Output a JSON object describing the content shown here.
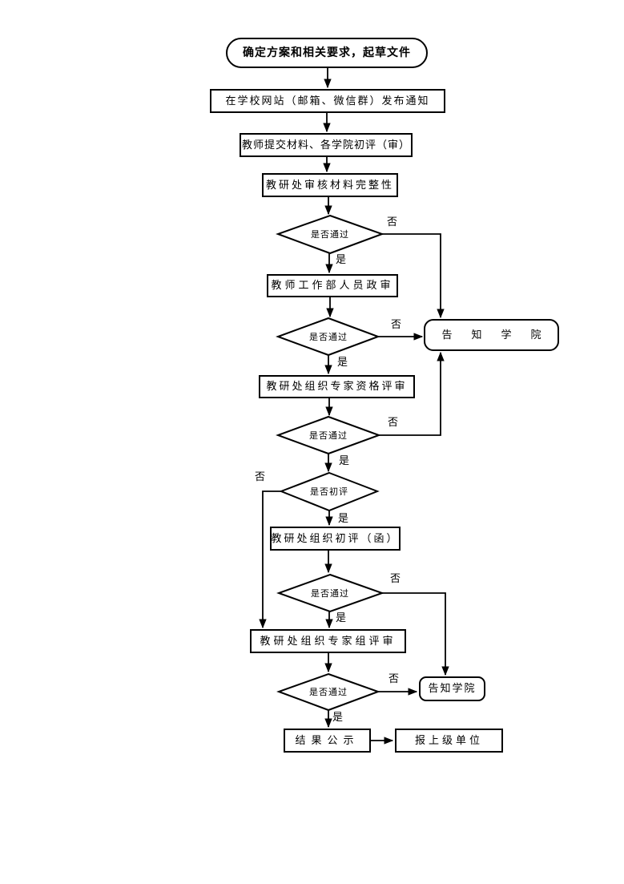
{
  "diagram": {
    "nodes": {
      "start": "确定方案和相关要求，起草文件",
      "publish_notice": "在学校网站（邮箱、微信群）发布通知",
      "teacher_submit": "教师提交材料、各学院初评（审）",
      "material_check": "教研处审核材料完整性",
      "decision1": "是否通过",
      "political_review": "教师工作部人员政审",
      "decision2": "是否通过",
      "inform_college_1": "告知学院",
      "qualification_review": "教研处组织专家资格评审",
      "decision3": "是否通过",
      "decision4": "是否初评",
      "initial_review": "教研处组织初评（函）",
      "decision5": "是否通过",
      "expert_group_review": "教研处组织专家组评审",
      "decision6": "是否通过",
      "inform_college_2": "告知学院",
      "result_publicity": "结果公示",
      "report_superior": "报上级单位"
    },
    "edge_labels": {
      "yes": "是",
      "no": "否"
    },
    "colors": {
      "line": "#000000",
      "text": "#000000",
      "page_background": "#ffffff"
    }
  }
}
